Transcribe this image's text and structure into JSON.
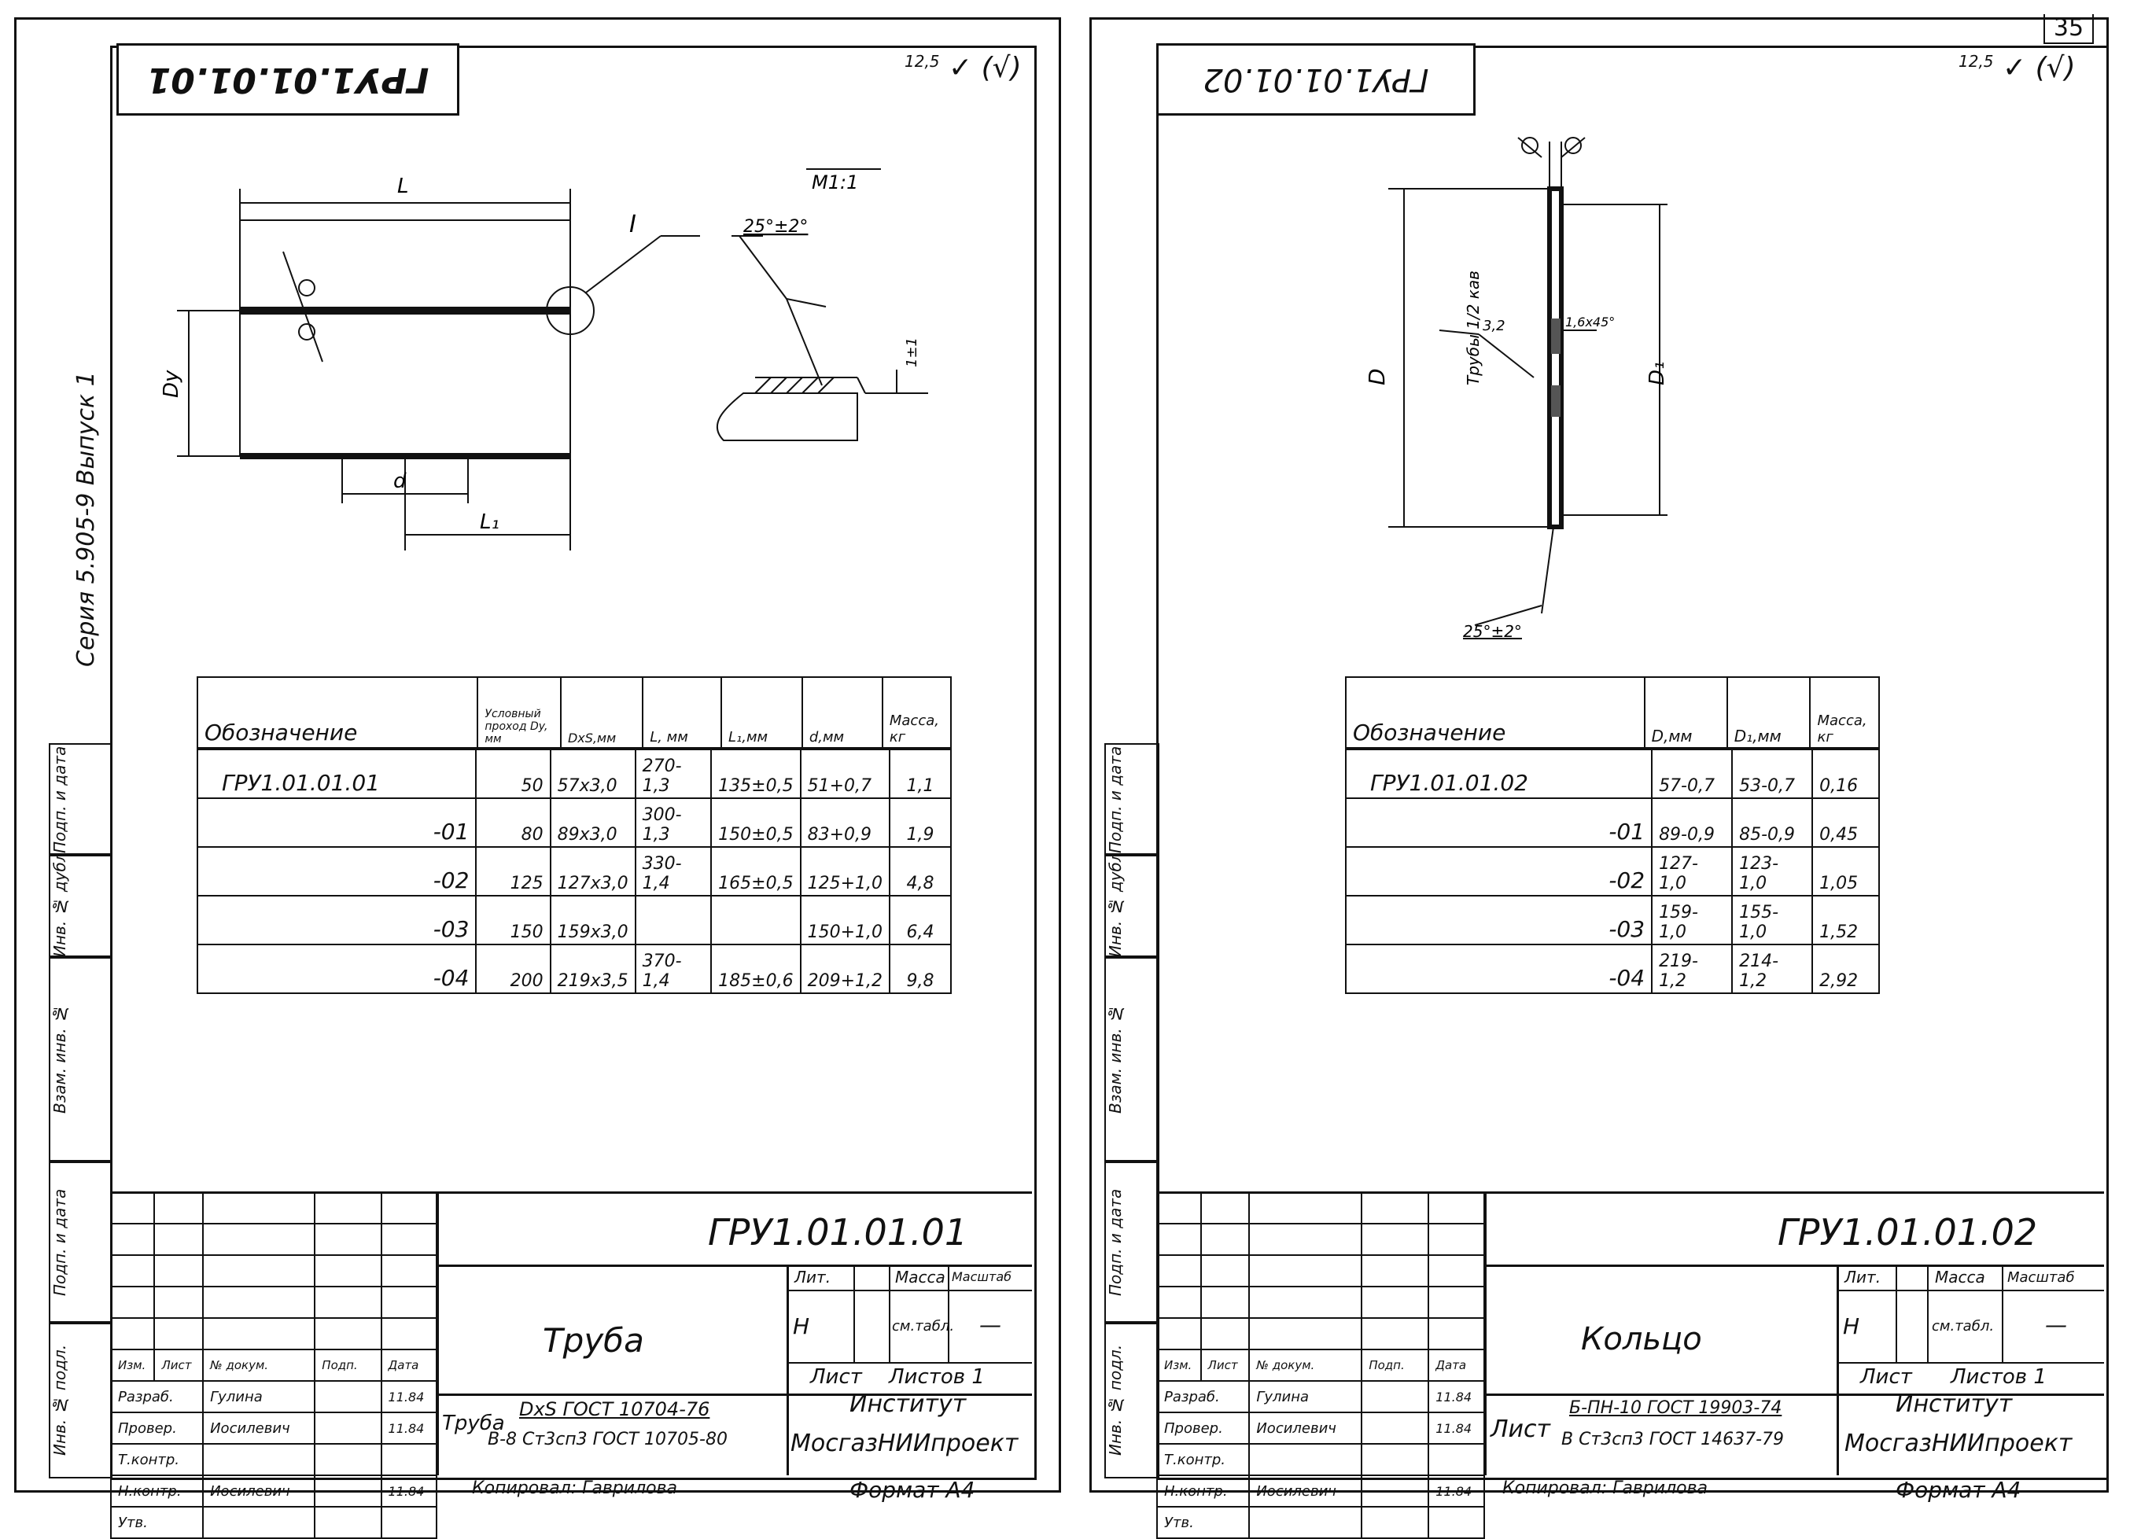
{
  "page_number": "35",
  "series_vertical": "Серия 5.905-9   Выпуск 1",
  "roughness": {
    "value": "12,5",
    "symbol": "(√)"
  },
  "format_label": "Формат А4",
  "copied_by": "Копировал: Гаврилова",
  "side_stamp_labels": [
    "Инв. № подл.",
    "Подп. и дата",
    "Взам. инв. №",
    "Инв. № дубл.",
    "Подп. и дата"
  ],
  "left": {
    "corner_code": "ГРУ1.01.01.01",
    "drawing": {
      "L": "L",
      "Dy": "Dy",
      "d": "d",
      "L1": "L₁",
      "callout": "I",
      "detail_title": "I",
      "detail_scale": "М1:1",
      "chamfer_angle": "25°±2°",
      "chamfer_size": "1±1"
    },
    "table": {
      "headers": [
        "Обозначение",
        "Условный проход Dy, мм",
        "DxS,мм",
        "L, мм",
        "L₁,мм",
        "d,мм",
        "Масса, кг"
      ],
      "rows": [
        [
          "ГРУ1.01.01.01",
          "50",
          "57x3,0",
          "270-1,3",
          "135±0,5",
          "51+0,7",
          "1,1"
        ],
        [
          "-01",
          "80",
          "89x3,0",
          "300-1,3",
          "150±0,5",
          "83+0,9",
          "1,9"
        ],
        [
          "-02",
          "125",
          "127x3,0",
          "330-1,4",
          "165±0,5",
          "125+1,0",
          "4,8"
        ],
        [
          "-03",
          "150",
          "159x3,0",
          "",
          "",
          "150+1,0",
          "6,4"
        ],
        [
          "-04",
          "200",
          "219x3,5",
          "370-1,4",
          "185±0,6",
          "209+1,2",
          "9,8"
        ]
      ]
    },
    "title_block": {
      "code": "ГРУ1.01.01.01",
      "name": "Труба",
      "hdr": [
        "Изм.",
        "Лист",
        "№ докум.",
        "Подп.",
        "Дата"
      ],
      "people": [
        {
          "role": "Разраб.",
          "name": "Гулина",
          "date": "11.84"
        },
        {
          "role": "Провер.",
          "name": "Иосилевич",
          "date": "11.84"
        },
        {
          "role": "Т.контр.",
          "name": "",
          "date": ""
        },
        {
          "role": "Н.контр.",
          "name": "Иосилевич",
          "date": "11.84"
        },
        {
          "role": "Утв.",
          "name": "",
          "date": ""
        }
      ],
      "lit_label": "Лит.",
      "mass_label": "Масса",
      "scale_label": "Масштаб",
      "lit_value": "Н",
      "mass_value": "см.табл.",
      "scale_value": "—",
      "sheet_label": "Лист",
      "sheets_label": "Листов 1",
      "material_prefix": "Труба",
      "material_line1": "DxS ГОСТ 10704-76",
      "material_line2": "В-8 Ст3сп3 ГОСТ 10705-80",
      "org_line1": "Институт",
      "org_line2": "МосгазНИИпроект"
    }
  },
  "right": {
    "corner_code": "ГРУ1.01.01.02",
    "drawing": {
      "D": "D",
      "D1": "D₁",
      "weld_label": "Трубы 1/2 кав",
      "dim_32": "3,2",
      "chamfer": "1,6x45°",
      "angle": "25°±2°"
    },
    "table": {
      "headers": [
        "Обозначение",
        "D,мм",
        "D₁,мм",
        "Масса, кг"
      ],
      "rows": [
        [
          "ГРУ1.01.01.02",
          "57-0,7",
          "53-0,7",
          "0,16"
        ],
        [
          "-01",
          "89-0,9",
          "85-0,9",
          "0,45"
        ],
        [
          "-02",
          "127-1,0",
          "123-1,0",
          "1,05"
        ],
        [
          "-03",
          "159-1,0",
          "155-1,0",
          "1,52"
        ],
        [
          "-04",
          "219-1,2",
          "214-1,2",
          "2,92"
        ]
      ]
    },
    "title_block": {
      "code": "ГРУ1.01.01.02",
      "name": "Кольцо",
      "hdr": [
        "Изм.",
        "Лист",
        "№ докум.",
        "Подп.",
        "Дата"
      ],
      "people": [
        {
          "role": "Разраб.",
          "name": "Гулина",
          "date": "11.84"
        },
        {
          "role": "Провер.",
          "name": "Иосилевич",
          "date": "11.84"
        },
        {
          "role": "Т.контр.",
          "name": "",
          "date": ""
        },
        {
          "role": "Н.контр.",
          "name": "Иосилевич",
          "date": "11.84"
        },
        {
          "role": "Утв.",
          "name": "",
          "date": ""
        }
      ],
      "lit_label": "Лит.",
      "mass_label": "Масса",
      "scale_label": "Масштаб",
      "lit_value": "Н",
      "mass_value": "см.табл.",
      "scale_value": "—",
      "sheet_label": "Лист",
      "sheets_label": "Листов 1",
      "material_prefix": "Лист",
      "material_line1": "Б-ПН-10 ГОСТ 19903-74",
      "material_line2": "В Ст3сп3 ГОСТ 14637-79",
      "org_line1": "Институт",
      "org_line2": "МосгазНИИпроект"
    }
  }
}
